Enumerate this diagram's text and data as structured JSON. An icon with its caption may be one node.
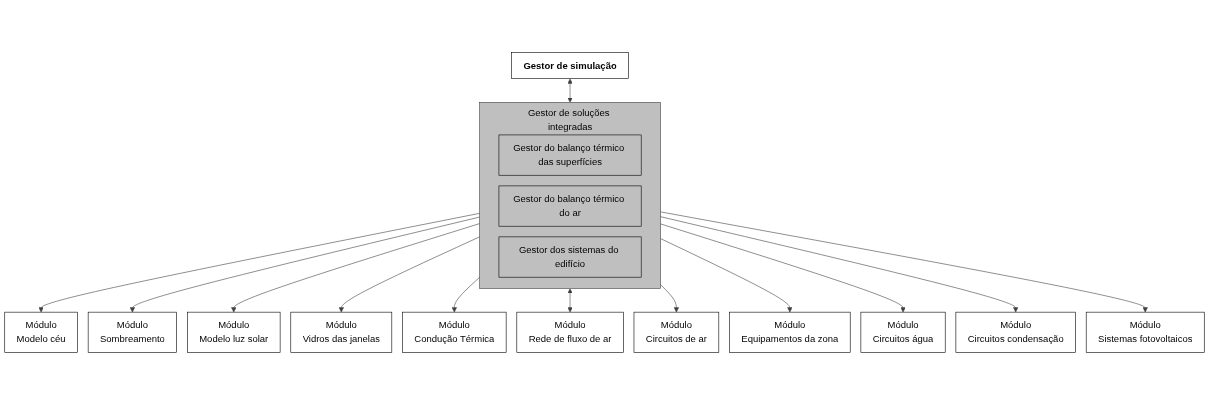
{
  "diagram": {
    "nodes": [
      {
        "text": [
          "Gestor de simulação"
        ]
      },
      {
        "text": [
          "Gestor de soluções integradas"
        ]
      },
      {
        "text": [
          "Gestor do balanço térmico das superfícies"
        ],
        "in": 1
      },
      {
        "text": [
          "Gestor do balanço térmico do ar"
        ],
        "in": 1
      },
      {
        "text": [
          "Gestor dos sistemas do edifício"
        ],
        "in": 1
      },
      {
        "text": [
          "Módulo",
          "Modelo céu"
        ]
      },
      {
        "text": [
          "Módulo",
          "Sombreamento"
        ]
      },
      {
        "text": [
          "Módulo",
          "Modelo luz solar"
        ]
      },
      {
        "text": [
          "Módulo",
          "Vidros das janelas"
        ]
      },
      {
        "text": [
          "Módulo",
          "Condução Térmica"
        ]
      },
      {
        "text": [
          "Módulo",
          "Rede de fluxo de ar"
        ]
      },
      {
        "text": [
          "Módulo",
          "Circuitos de ar"
        ]
      },
      {
        "text": [
          "Módulo",
          "Equipamentos da zona"
        ]
      },
      {
        "text": [
          "Módulo",
          "Circuitos água"
        ]
      },
      {
        "text": [
          "Módulo",
          "Circuitos condensação"
        ]
      },
      {
        "text": [
          "Módulo",
          "Sistemas fotovoltaicos"
        ]
      }
    ],
    "edges": [
      {
        "from": 0,
        "to": 1,
        "arrow": "both"
      },
      {
        "from": 1,
        "to": 5,
        "arrow": "to"
      },
      {
        "from": 1,
        "to": 6,
        "arrow": "to"
      },
      {
        "from": 1,
        "to": 7,
        "arrow": "to"
      },
      {
        "from": 1,
        "to": 8,
        "arrow": "to"
      },
      {
        "from": 1,
        "to": 9,
        "arrow": "to"
      },
      {
        "from": 1,
        "to": 10,
        "arrow": "both"
      },
      {
        "from": 1,
        "to": 11,
        "arrow": "to"
      },
      {
        "from": 1,
        "to": 12,
        "arrow": "to"
      },
      {
        "from": 1,
        "to": 13,
        "arrow": "to"
      },
      {
        "from": 1,
        "to": 14,
        "arrow": "to"
      },
      {
        "from": 1,
        "to": 15,
        "arrow": "to"
      }
    ]
  }
}
